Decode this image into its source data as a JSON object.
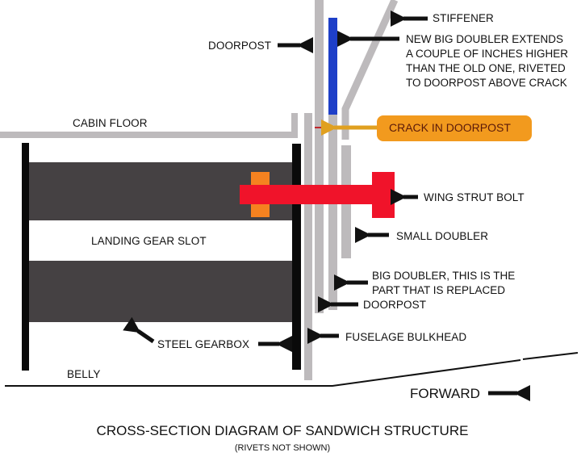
{
  "diagram": {
    "title": "CROSS-SECTION DIAGRAM OF SANDWICH STRUCTURE",
    "subtitle": "(RIVETS NOT SHOWN)",
    "labels": {
      "stiffener": "STIFFENER",
      "doorpost_top": "DOORPOST",
      "new_big_doubler": [
        "NEW BIG DOUBLER EXTENDS",
        "A COUPLE OF INCHES HIGHER",
        "THAN THE OLD ONE, RIVETED",
        "TO DOORPOST ABOVE CRACK"
      ],
      "cabin_floor": "CABIN FLOOR",
      "crack": "CRACK IN DOORPOST",
      "wing_strut_bolt": "WING STRUT BOLT",
      "landing_gear_slot": "LANDING GEAR SLOT",
      "small_doubler": "SMALL DOUBLER",
      "big_doubler": [
        "BIG DOUBLER, THIS IS THE",
        "PART THAT IS REPLACED"
      ],
      "doorpost_bottom": "DOORPOST",
      "steel_gearbox": "STEEL GEARBOX",
      "fuselage_bulkhead": "FUSELAGE BULKHEAD",
      "belly": "BELLY",
      "forward": "FORWARD"
    },
    "colors": {
      "structure_gray": "#bdbabc",
      "gearbox_black": "#0a0a0a",
      "gear_dark": "#454143",
      "bolt_red": "#f0132a",
      "nut_orange": "#f58220",
      "new_doubler_blue": "#1e3fc8",
      "crack_red": "#c0282e",
      "callout_orange": "#f29a1e"
    }
  }
}
